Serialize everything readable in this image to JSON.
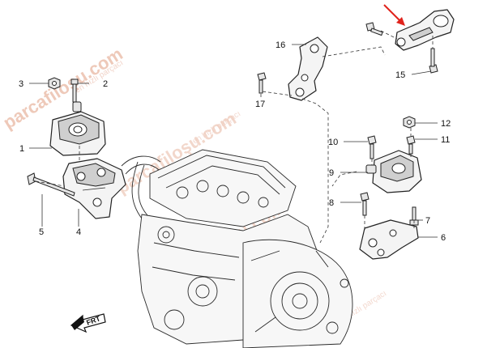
{
  "watermark": {
    "main": "parcafiloşu.com",
    "sub": "en hızlı parçacı"
  },
  "callouts": {
    "c1": "1",
    "c2": "2",
    "c3": "3",
    "c4": "4",
    "c5": "5",
    "c6": "6",
    "c7": "7",
    "c8": "8",
    "c9": "9",
    "c10": "10",
    "c11": "11",
    "c12": "12",
    "c15": "15",
    "c16": "16",
    "c17": "17"
  },
  "orientation": {
    "label": "FRT"
  },
  "highlight_color": "#e0231c"
}
